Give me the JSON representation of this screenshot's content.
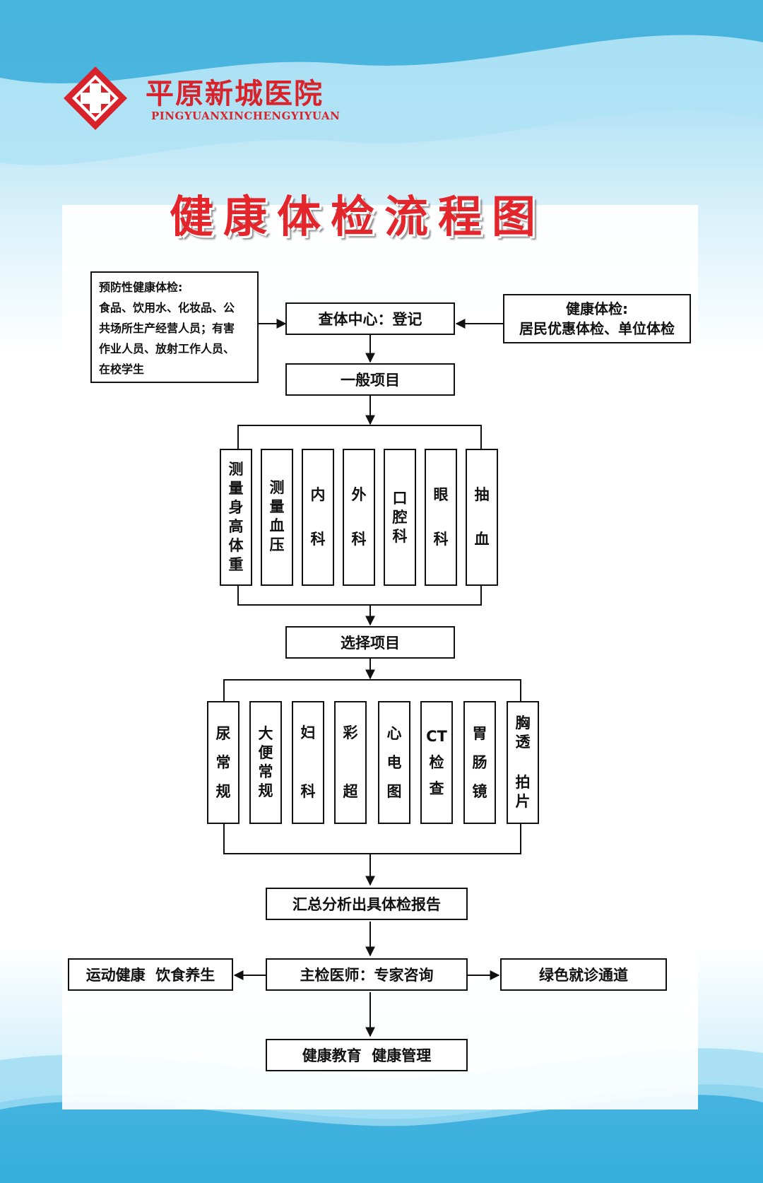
{
  "header": {
    "hospital_name": "平原新城医院",
    "hospital_pinyin": "PINGYUANXINCHENGYIYUAN",
    "title": "健康体检流程图",
    "logo_icon": "red-cross-icon",
    "brand_color": "#d8232a"
  },
  "flow": {
    "left_note": {
      "heading": "预防性健康体检:",
      "lines": [
        "食品、饮用水、化妆品、公",
        "共场所生产经营人员；有害",
        "作业人员、放射工作人员、",
        "在校学生"
      ]
    },
    "right_note": {
      "heading": "健康体检:",
      "body": "居民优惠体检、单位体检"
    },
    "register": "查体中心：登记",
    "general": "一般项目",
    "general_items": [
      [
        "测",
        "量",
        "身",
        "高",
        "体",
        "重"
      ],
      [
        "测",
        "量",
        "血",
        "压"
      ],
      [
        "内",
        "科"
      ],
      [
        "外",
        "科"
      ],
      [
        "口",
        "腔",
        "科"
      ],
      [
        "眼",
        "科"
      ],
      [
        "抽",
        "血"
      ]
    ],
    "select": "选择项目",
    "select_items": [
      [
        "尿",
        "常",
        "规"
      ],
      [
        "大",
        "便",
        "常",
        "规"
      ],
      [
        "妇",
        "科"
      ],
      [
        "彩",
        "超"
      ],
      [
        "心",
        "电",
        "图"
      ],
      [
        "CT",
        "检",
        "查"
      ],
      [
        "胃",
        "肠",
        "镜"
      ],
      [
        "胸",
        "透",
        "拍",
        "片"
      ]
    ],
    "summary": "汇总分析出具体检报告",
    "doctor": "主检医师：专家咨询",
    "left_branch": "运动健康  饮食养生",
    "right_branch": "绿色就诊通道",
    "final": "健康教育  健康管理"
  }
}
